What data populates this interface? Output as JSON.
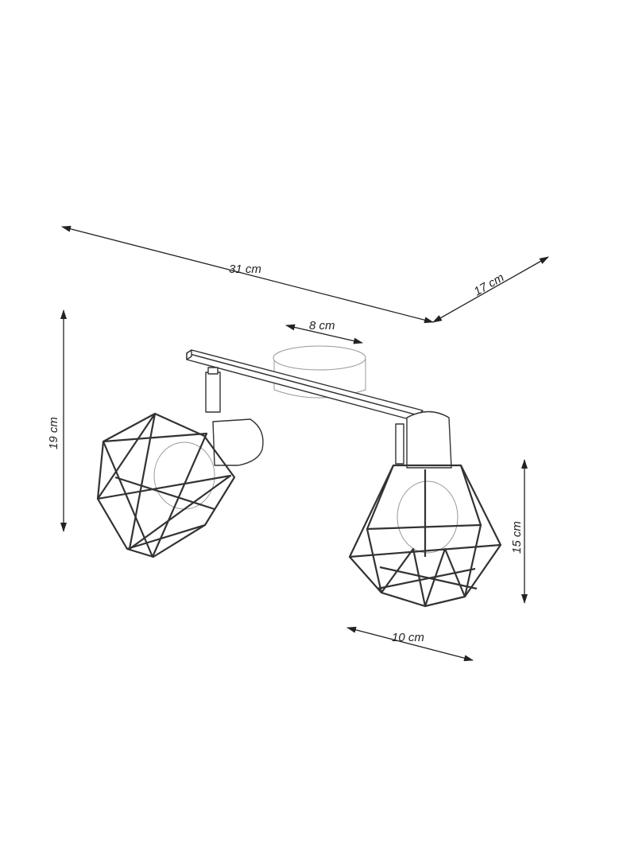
{
  "dimensions": {
    "length": "31 cm",
    "depth": "17 cm",
    "canopy": "8 cm",
    "height": "19 cm",
    "shade_height": "15 cm",
    "shade_width": "10 cm"
  },
  "colors": {
    "line": "#222222",
    "background": "#ffffff"
  }
}
